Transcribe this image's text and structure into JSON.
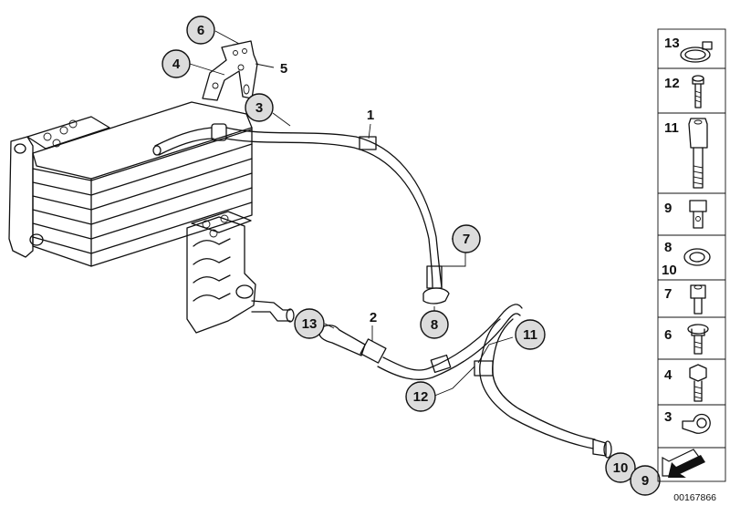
{
  "callouts": {
    "c6": "6",
    "c4": "4",
    "c5": "5",
    "c3": "3",
    "c1": "1",
    "c7": "7",
    "c8": "8",
    "c13": "13",
    "c2": "2",
    "c11": "11",
    "c12": "12",
    "c10": "10",
    "c9": "9"
  },
  "legend": {
    "items": [
      {
        "label": "13"
      },
      {
        "label": "12"
      },
      {
        "label": "11"
      },
      {
        "label": "9"
      },
      {
        "label": "8"
      },
      {
        "label": "10"
      },
      {
        "label": "7"
      },
      {
        "label": "6"
      },
      {
        "label": "4"
      },
      {
        "label": "3"
      }
    ]
  },
  "doc_id": "00167866",
  "icons": [
    "oil-cooler-icon",
    "return-arrow-icon",
    "hose-clamp-icon",
    "bolt-icon",
    "washer-icon",
    "hollow-bolt-icon"
  ]
}
